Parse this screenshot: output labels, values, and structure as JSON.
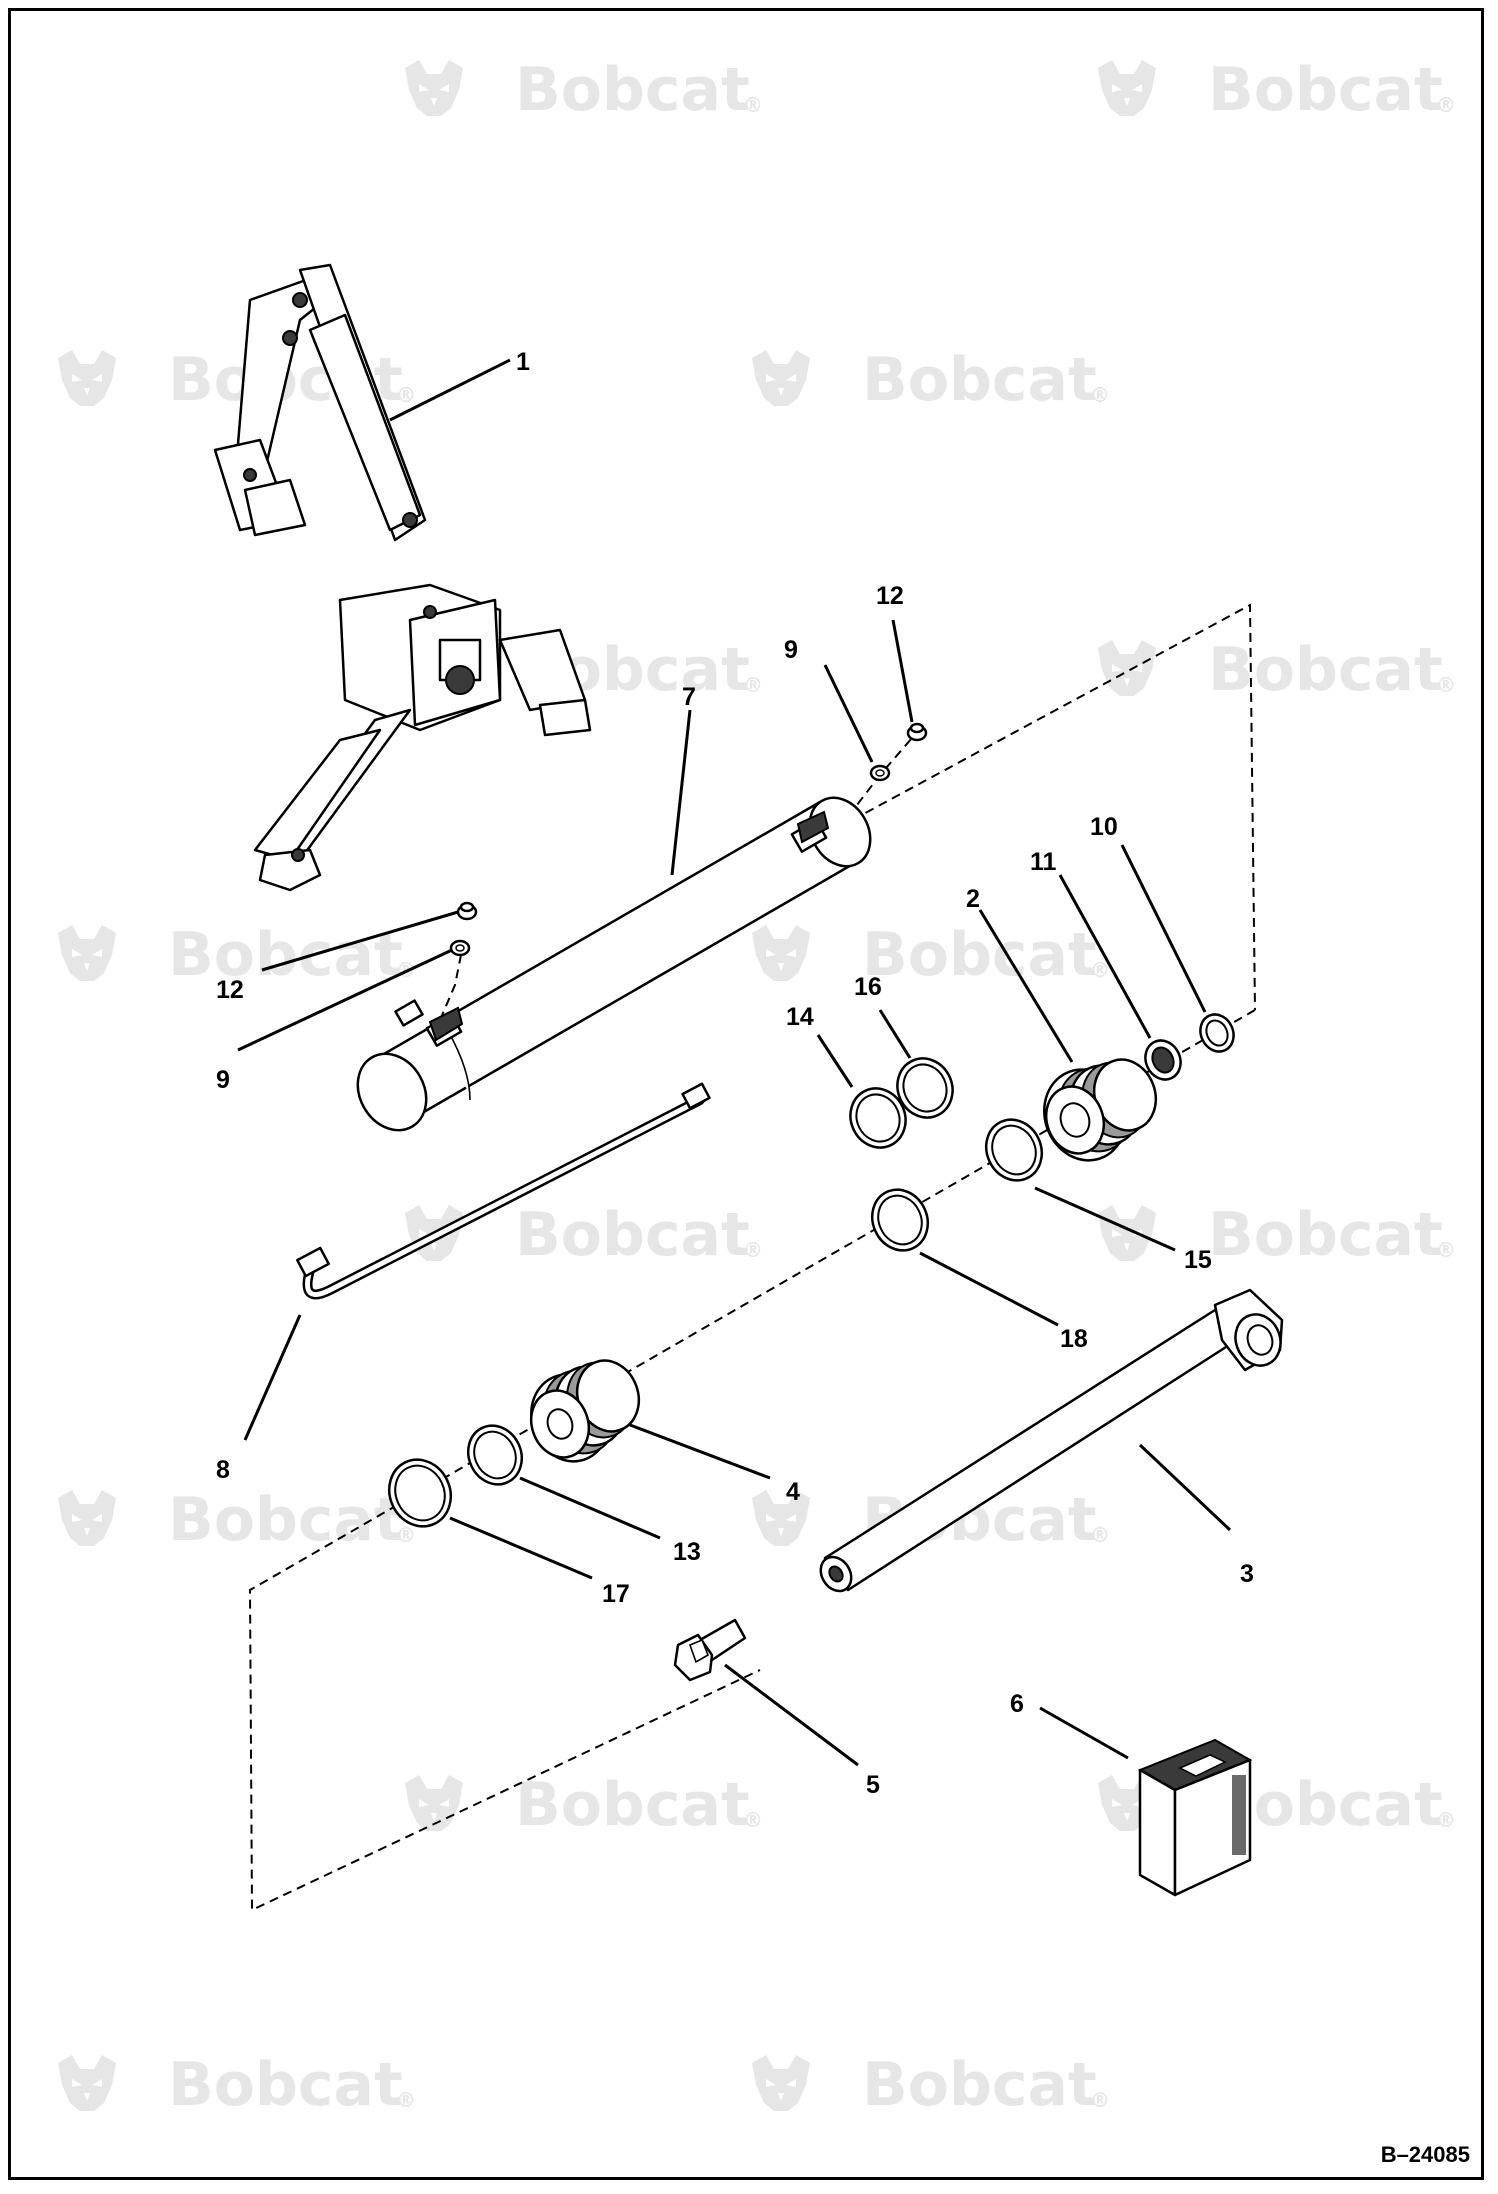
{
  "watermark": {
    "brand": "Bobcat",
    "mark": "®"
  },
  "figure_id": "B–24085",
  "callouts": {
    "c1": "1",
    "c2": "2",
    "c3": "3",
    "c4": "4",
    "c5": "5",
    "c6": "6",
    "c7": "7",
    "c8": "8",
    "c9a": "9",
    "c9b": "9",
    "c10": "10",
    "c11": "11",
    "c12a": "12",
    "c12b": "12",
    "c13": "13",
    "c14": "14",
    "c15": "15",
    "c16": "16",
    "c17": "17",
    "c18": "18"
  }
}
